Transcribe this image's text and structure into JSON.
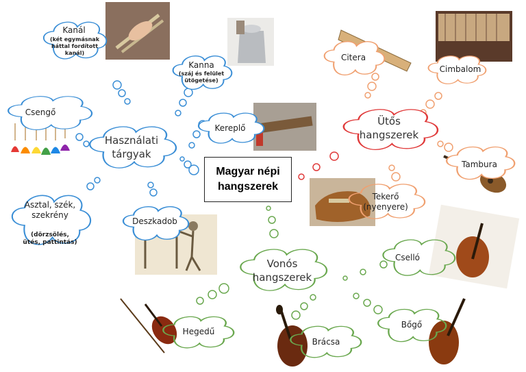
{
  "center": {
    "title": "Magyar népi\nhangszerek"
  },
  "categories": {
    "hasznalati": "Használati\ntárgyak",
    "utos": "Ütős\nhangszerek",
    "vonos": "Vonós\nhangszerek"
  },
  "items": {
    "kanal": {
      "name": "Kanál",
      "note": "(két egymásnak\nháttal fordított\nkanál)"
    },
    "kanna": {
      "name": "Kanna",
      "note": "(száj és felület\nütögetése)"
    },
    "csengo": {
      "name": "Csengő"
    },
    "kereplo": {
      "name": "Kereplő"
    },
    "asztal": {
      "name": "Asztal, szék,\nszekrény",
      "note": "(dörzsölés,\nütés, pattintás)"
    },
    "deszkadob": {
      "name": "Deszkadob"
    },
    "citera": {
      "name": "Citera"
    },
    "cimbalom": {
      "name": "Cimbalom"
    },
    "tambura": {
      "name": "Tambura"
    },
    "tekero": {
      "name": "Tekerő\n(nyenyere)"
    },
    "csello": {
      "name": "Cselló"
    },
    "hegedu": {
      "name": "Hegedű"
    },
    "bracsa": {
      "name": "Brácsa"
    },
    "bogo": {
      "name": "Bőgő"
    }
  },
  "colors": {
    "blue": "#3a8ed6",
    "red": "#e03a3a",
    "green": "#6aa84f",
    "orange": "#f0a070"
  }
}
